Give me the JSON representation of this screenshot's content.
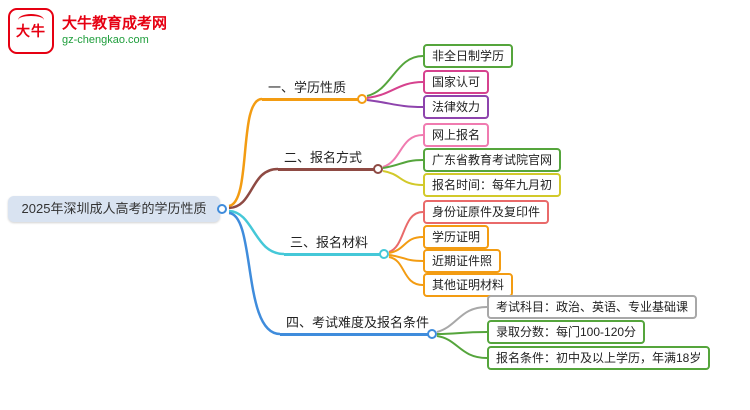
{
  "site": {
    "logo_icon_text": "大牛",
    "logo_title": "大牛教育成考网",
    "logo_domain": "gz-chengkao.com",
    "brand_red": "#e60012",
    "brand_green": "#1f9e3c"
  },
  "central": {
    "label": "2025年深圳成人高考的学历性质",
    "bg_color": "#d9e3f1"
  },
  "branches": [
    {
      "label": "一、学历性质",
      "color": "#f39c12",
      "leaves": [
        {
          "label": "非全日制学历",
          "color": "#55a53c"
        },
        {
          "label": "国家认可",
          "color": "#d6428e"
        },
        {
          "label": "法律效力",
          "color": "#8e44ad"
        }
      ]
    },
    {
      "label": "二、报名方式",
      "color": "#8e4a43",
      "leaves": [
        {
          "label": "网上报名",
          "color": "#f07bb0"
        },
        {
          "label": "广东省教育考试院官网",
          "color": "#55a53c"
        },
        {
          "label": "报名时间：每年九月初",
          "color": "#d2c92a"
        }
      ]
    },
    {
      "label": "三、报名材料",
      "color": "#45c8d8",
      "leaves": [
        {
          "label": "身份证原件及复印件",
          "color": "#e96a6a"
        },
        {
          "label": "学历证明",
          "color": "#f39c12"
        },
        {
          "label": "近期证件照",
          "color": "#f39c12"
        },
        {
          "label": "其他证明材料",
          "color": "#f39c12"
        }
      ]
    },
    {
      "label": "四、考试难度及报名条件",
      "color": "#3f8cdc",
      "leaves": [
        {
          "label": "考试科目：政治、英语、专业基础课",
          "color": "#a8a8a8"
        },
        {
          "label": "录取分数：每门100-120分",
          "color": "#55a53c"
        },
        {
          "label": "报名条件：初中及以上学历，年满18岁",
          "color": "#55a53c"
        }
      ]
    }
  ]
}
